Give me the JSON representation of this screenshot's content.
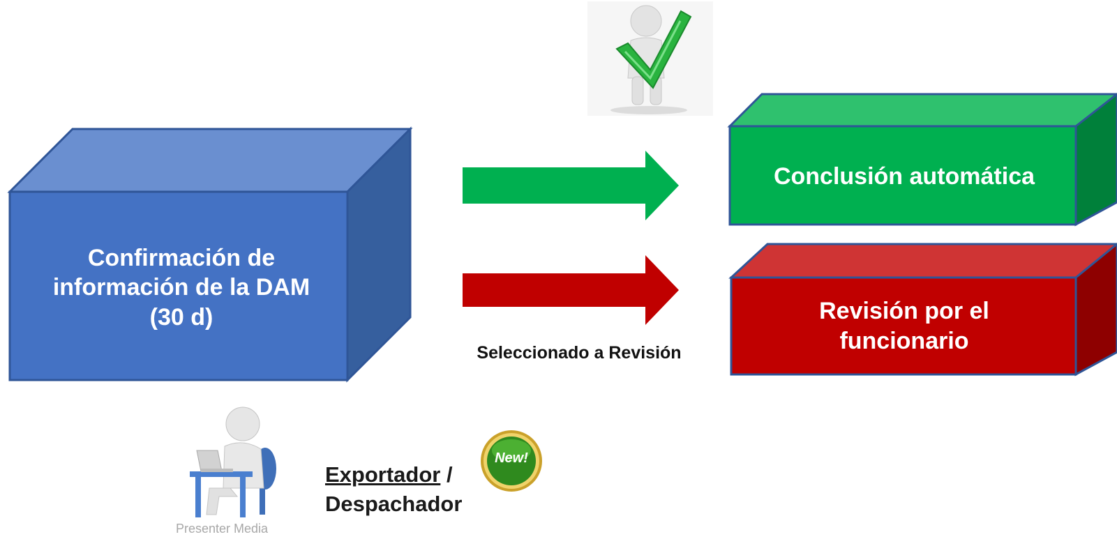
{
  "diagram": {
    "source_box": {
      "label": "Confirmación de\ninformación de la DAM\n(30 d)",
      "color_front": "#4472C4",
      "color_top": "#6A8FD0",
      "color_side": "#365F9E",
      "border": "#2F5597"
    },
    "outcomes": [
      {
        "label": "Conclusión automática",
        "color_front": "#00B050",
        "color_top": "#2FC16E",
        "color_side": "#00803A",
        "border": "#2F5597",
        "arrow_color": "#00B050"
      },
      {
        "label": "Revisión por el\nfuncionario",
        "color_front": "#C00000",
        "color_top": "#CF3434",
        "color_side": "#8E0000",
        "border": "#2F5597",
        "arrow_color": "#C00000"
      }
    ],
    "selected_caption": "Seleccionado a Revisión",
    "actor": {
      "primary": "Exportador",
      "separator": " /",
      "secondary": "Despachador"
    },
    "badge": {
      "text": "New!"
    },
    "watermark": "Presenter Media",
    "icons": [
      "checkmark-figure-icon",
      "laptop-figure-icon",
      "new-badge-icon"
    ]
  }
}
